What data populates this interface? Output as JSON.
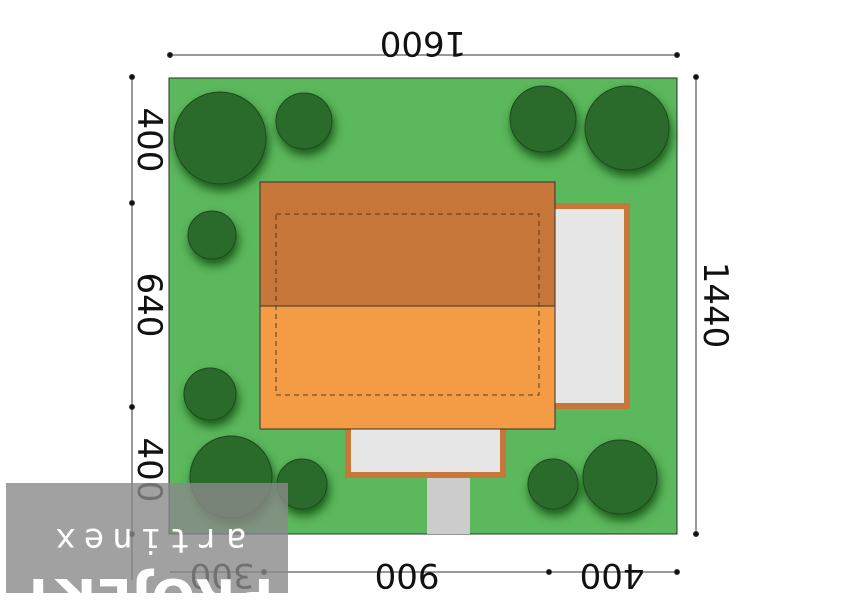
{
  "plan": {
    "top_dimension": "1600",
    "right_dimension": "1440",
    "left_dimensions": [
      "400",
      "640",
      "400"
    ],
    "bottom_dimensions": [
      "300",
      "900",
      "400"
    ]
  },
  "watermark": {
    "line1": "artinex",
    "line2": "PROJEKT"
  },
  "colors": {
    "lawn": "#5cb85c",
    "tree": "#2a6b2a",
    "roof_dark": "#c7773a",
    "roof_light": "#f39c45",
    "terrace": "#e6e6e6",
    "terrace_border": "#c7773a",
    "path": "#cccccc",
    "watermark_bg": "#8a8a8a"
  }
}
